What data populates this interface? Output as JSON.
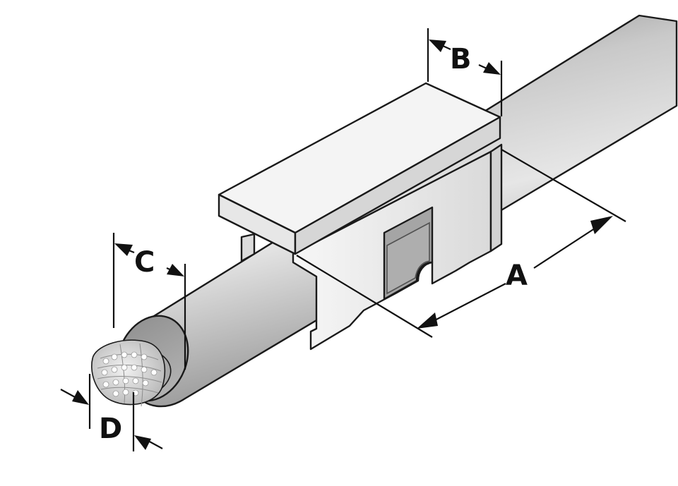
{
  "labels": {
    "a": "A",
    "b": "B",
    "c": "C",
    "d": "D"
  },
  "colors": {
    "background": "#ffffff",
    "insulation": "#9c9c9c",
    "marker": "#ececec",
    "conductor": "#d4d4d4",
    "ink": "#111111"
  }
}
